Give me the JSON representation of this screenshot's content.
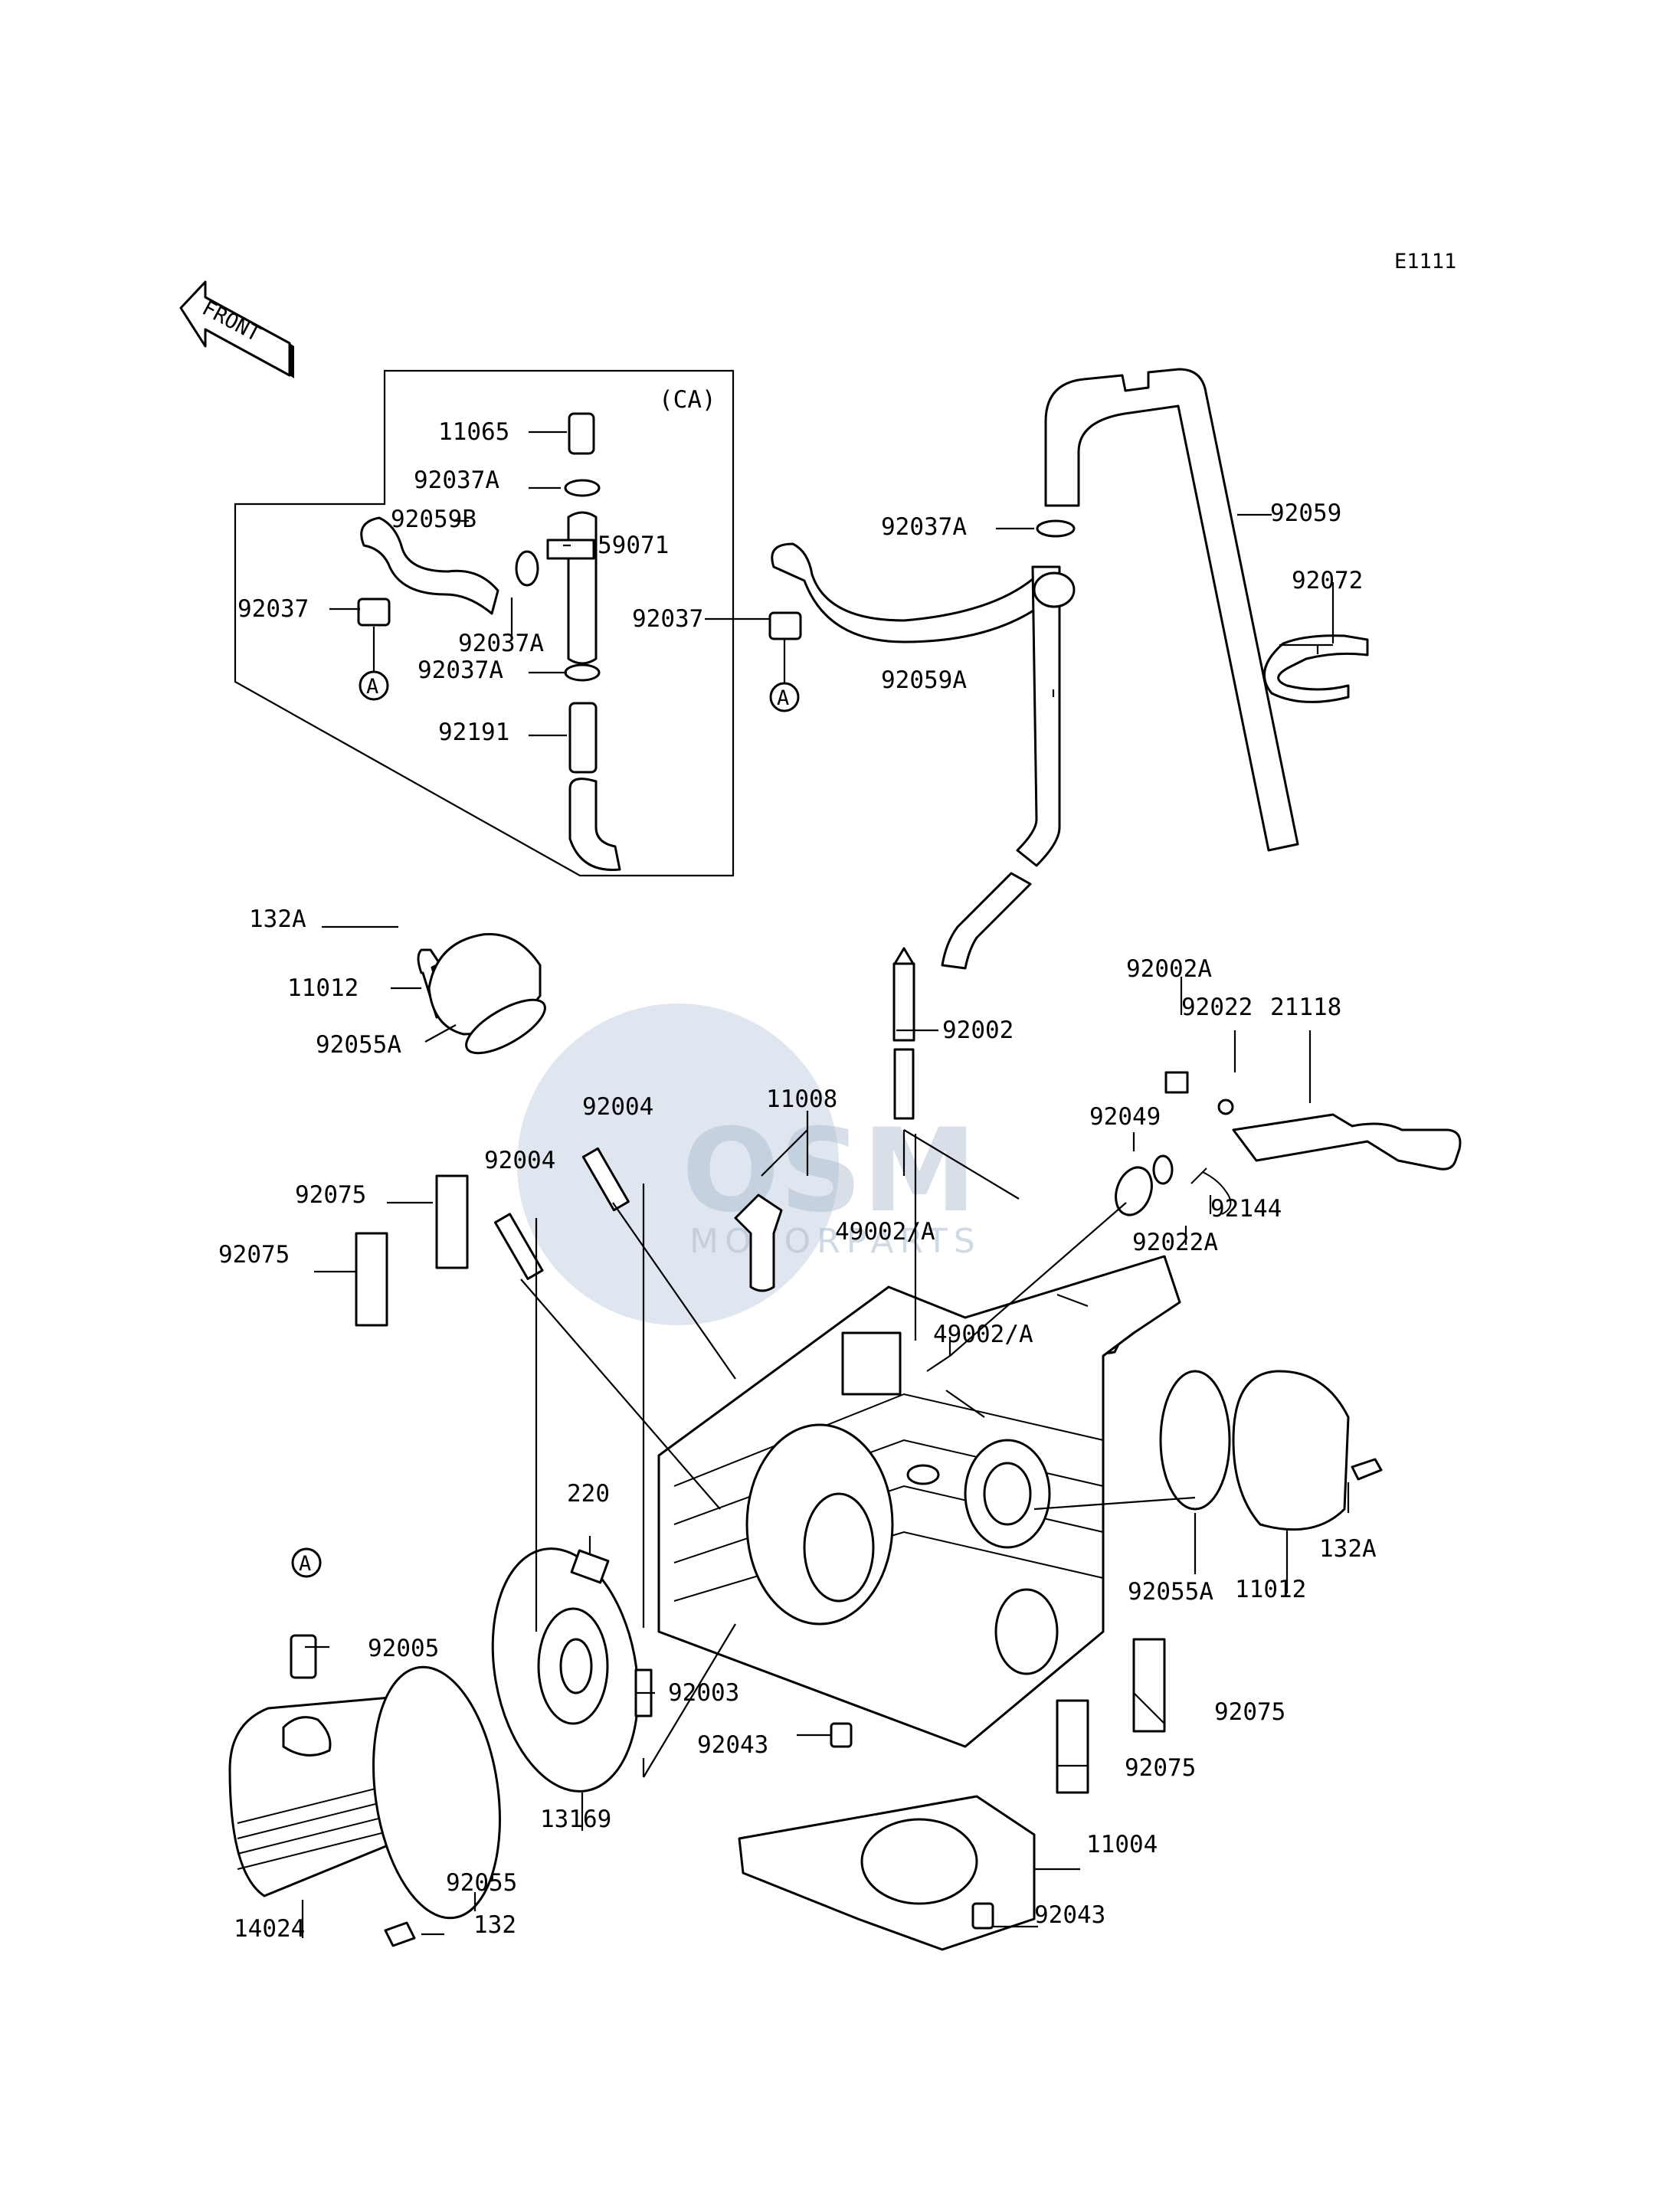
{
  "diagram_code": "E1111",
  "direction_label": "FRONT",
  "inset_label": "(CA)",
  "callout_ref": "A",
  "watermark": {
    "main": "OSM",
    "sub": "MOTORPARTS"
  },
  "labels": {
    "p11065": "11065",
    "p92037A_1": "92037A",
    "p92059B": "92059B",
    "p59071": "59071",
    "p92037_1": "92037",
    "p92037A_2": "92037A",
    "p92037A_3": "92037A",
    "p92191": "92191",
    "p92037A_4": "92037A",
    "p92037_2": "92037",
    "p92059A": "92059A",
    "p92059": "92059",
    "p92072": "92072",
    "p132A_1": "132A",
    "p11012_1": "11012",
    "p92055A_1": "92055A",
    "p92002": "92002",
    "p92002A": "92002A",
    "p92022": "92022",
    "p21118": "21118",
    "p92004_1": "92004",
    "p11008": "11008",
    "p92004_2": "92004",
    "p92049": "92049",
    "p92144": "92144",
    "p92022A": "92022A",
    "p49002A_1": "49002/A",
    "p92075_1": "92075",
    "p92075_2": "92075",
    "p49002A_2": "49002/A",
    "p132A_2": "132A",
    "p92055A_2": "92055A",
    "p11012_2": "11012",
    "p220": "220",
    "p92005": "92005",
    "p92003": "92003",
    "p92075_3": "92075",
    "p92043_1": "92043",
    "p92075_4": "92075",
    "p13169": "13169",
    "p11004": "11004",
    "p92055": "92055",
    "p14024": "14024",
    "p132": "132",
    "p92043_2": "92043"
  }
}
